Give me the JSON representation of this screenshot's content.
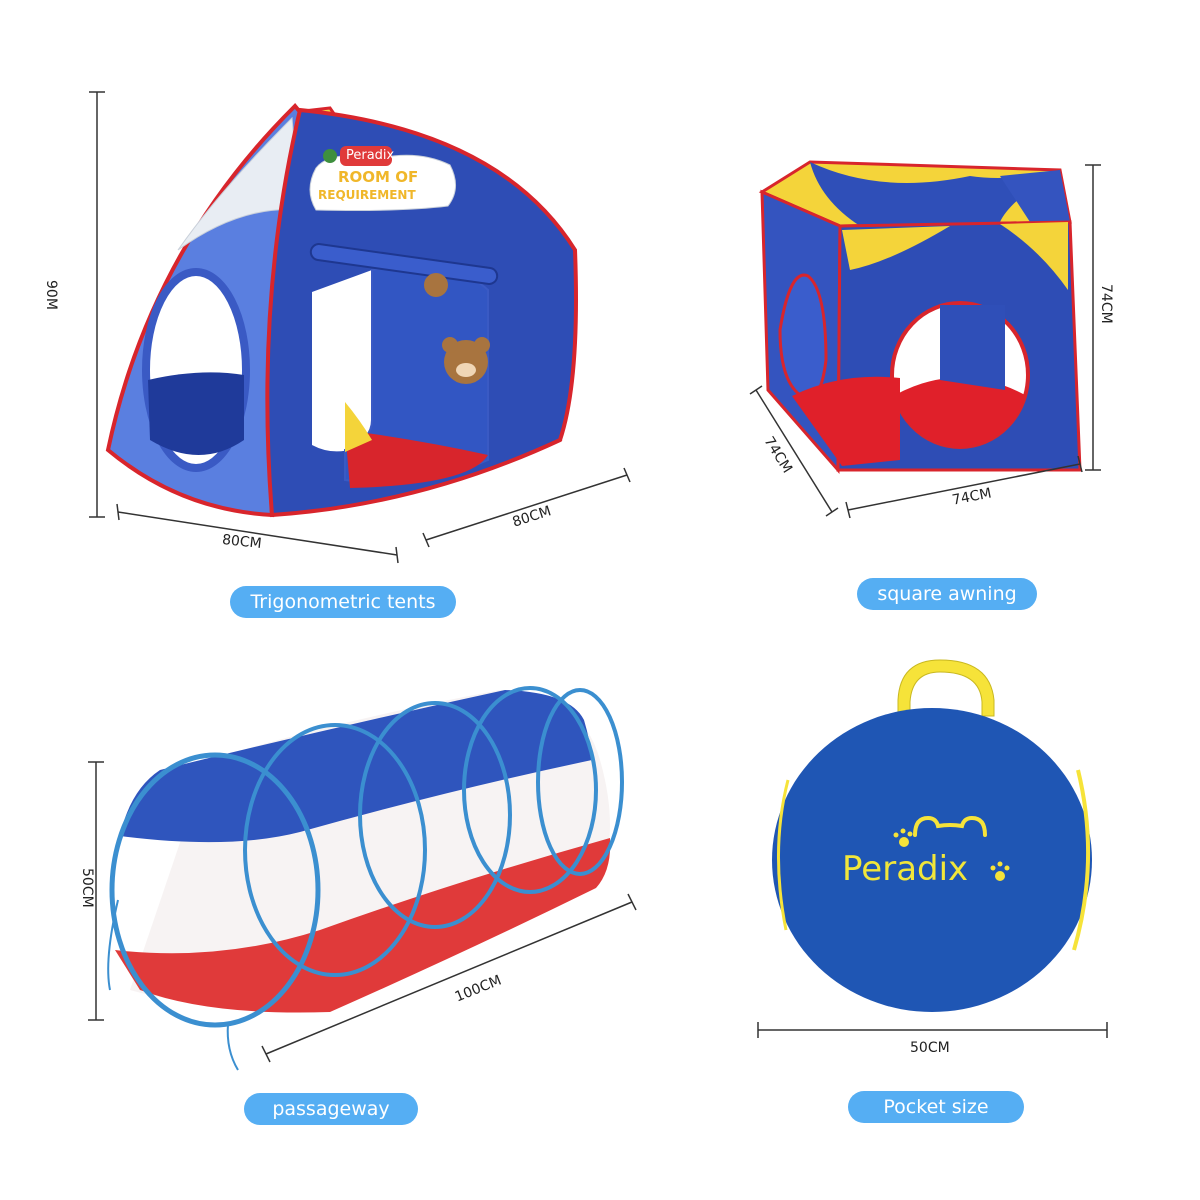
{
  "colors": {
    "pill_blue": "#55aef3",
    "tent_blue": "#2f4fb8",
    "tent_light_blue": "#5a7fe0",
    "tent_red": "#e0202a",
    "tent_yellow": "#f4d43a",
    "tunnel_blue": "#3d66c8",
    "tunnel_red": "#e03a3a",
    "bag_blue": "#1f56b4",
    "bag_yellow": "#f6e339"
  },
  "products": {
    "triangle_tent": {
      "caption": "Trigonometric tents",
      "height_label": "90M",
      "width_label": "80CM",
      "depth_label": "80CM",
      "brand_tag": "Peradix",
      "banner_line1": "ROOM OF",
      "banner_line2": "REQUIREMENT"
    },
    "square_tent": {
      "caption": "square awning",
      "height_label": "74CM",
      "width_label": "74CM",
      "depth_label": "74CM"
    },
    "tunnel": {
      "caption": "passageway",
      "height_label": "50CM",
      "length_label": "100CM"
    },
    "bag": {
      "caption": "Pocket size",
      "width_label": "50CM",
      "brand": "Peradix"
    }
  },
  "icons": {
    "bear_head": "bear-head-icon",
    "paw": "paw-print-icon"
  }
}
